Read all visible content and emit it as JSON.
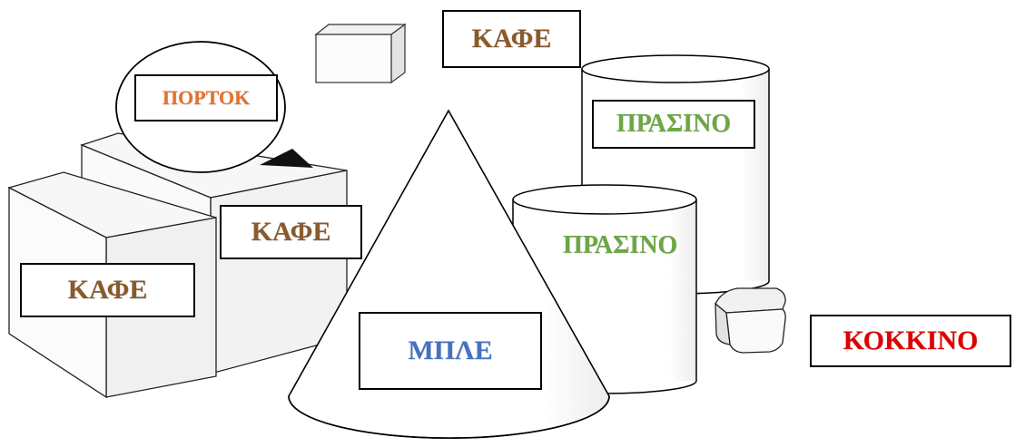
{
  "labels": {
    "top_cafe": "ΚΑΦΕ",
    "ellipse_orange": "ΠΟΡΤΟΚ",
    "right_cyl_green": "ΠΡΑΣΙΝΟ",
    "mid_cyl_green": "ΠΡΑΣΙΝΟ",
    "box_back_cafe": "ΚΑΦΕ",
    "box_front_cafe": "ΚΑΦΕ",
    "cone_blue": "ΜΠΛΕ",
    "red": "ΚΟΚΚΙΝΟ"
  },
  "colors": {
    "cafe": "#8B5A2B",
    "orange": "#E8702A",
    "green": "#6BA743",
    "blue": "#4472C4",
    "red": "#E00000",
    "outline": "#000000",
    "shade_light": "#f4f4f4",
    "shade_mid": "#e6e6e6"
  }
}
